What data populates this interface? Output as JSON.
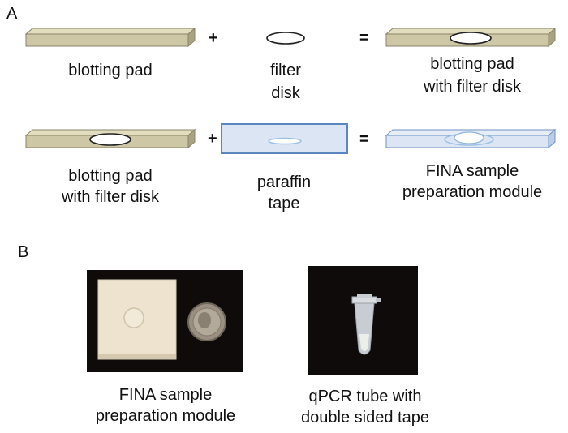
{
  "panel_a": {
    "label": "A",
    "row1": {
      "left_caption": "blotting pad",
      "plus": "+",
      "middle_caption_line1": "filter",
      "middle_caption_line2": "disk",
      "equals": "=",
      "right_caption_line1": "blotting pad",
      "right_caption_line2": "with filter disk"
    },
    "row2": {
      "left_caption_line1": "blotting pad",
      "left_caption_line2": "with filter disk",
      "plus": "+",
      "middle_caption_line1": "paraffin",
      "middle_caption_line2": "tape",
      "equals": "=",
      "right_caption_line1": "FINA sample",
      "right_caption_line2": "preparation module"
    },
    "colors": {
      "pad_face": "#cdc7a6",
      "pad_edge": "#8a8468",
      "tape_fill": "#dbe5f3",
      "tape_border": "#5b86c0",
      "disk_ring": "#9cc0e6"
    }
  },
  "panel_b": {
    "label": "B",
    "photo1_caption_line1": "FINA sample",
    "photo1_caption_line2": "preparation module",
    "photo2_caption_line1": "qPCR tube with",
    "photo2_caption_line2": "double sided tape"
  }
}
